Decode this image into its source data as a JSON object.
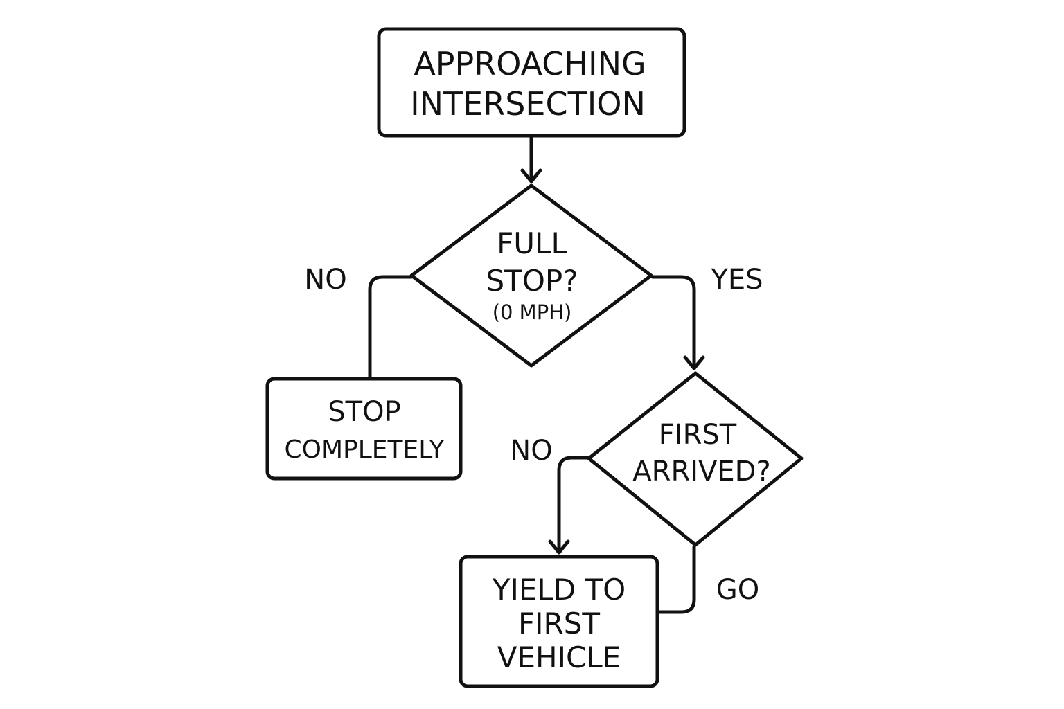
{
  "nodes": {
    "start": {
      "lines": [
        "APPROACHING",
        "INTERSECTION"
      ]
    },
    "full_stop": {
      "lines": [
        "FULL",
        "STOP?"
      ],
      "sub": "(0 MPH)"
    },
    "stop_completely": {
      "lines": [
        "STOP",
        "COMPLETELY"
      ]
    },
    "first_arrived": {
      "lines": [
        "FIRST",
        "ARRIVED?"
      ]
    },
    "yield": {
      "lines": [
        "YIELD TO",
        "FIRST",
        "VEHICLE"
      ]
    }
  },
  "edges": {
    "full_stop_no": "NO",
    "full_stop_yes": "YES",
    "first_arrived_no": "NO",
    "first_arrived_go": "GO"
  }
}
